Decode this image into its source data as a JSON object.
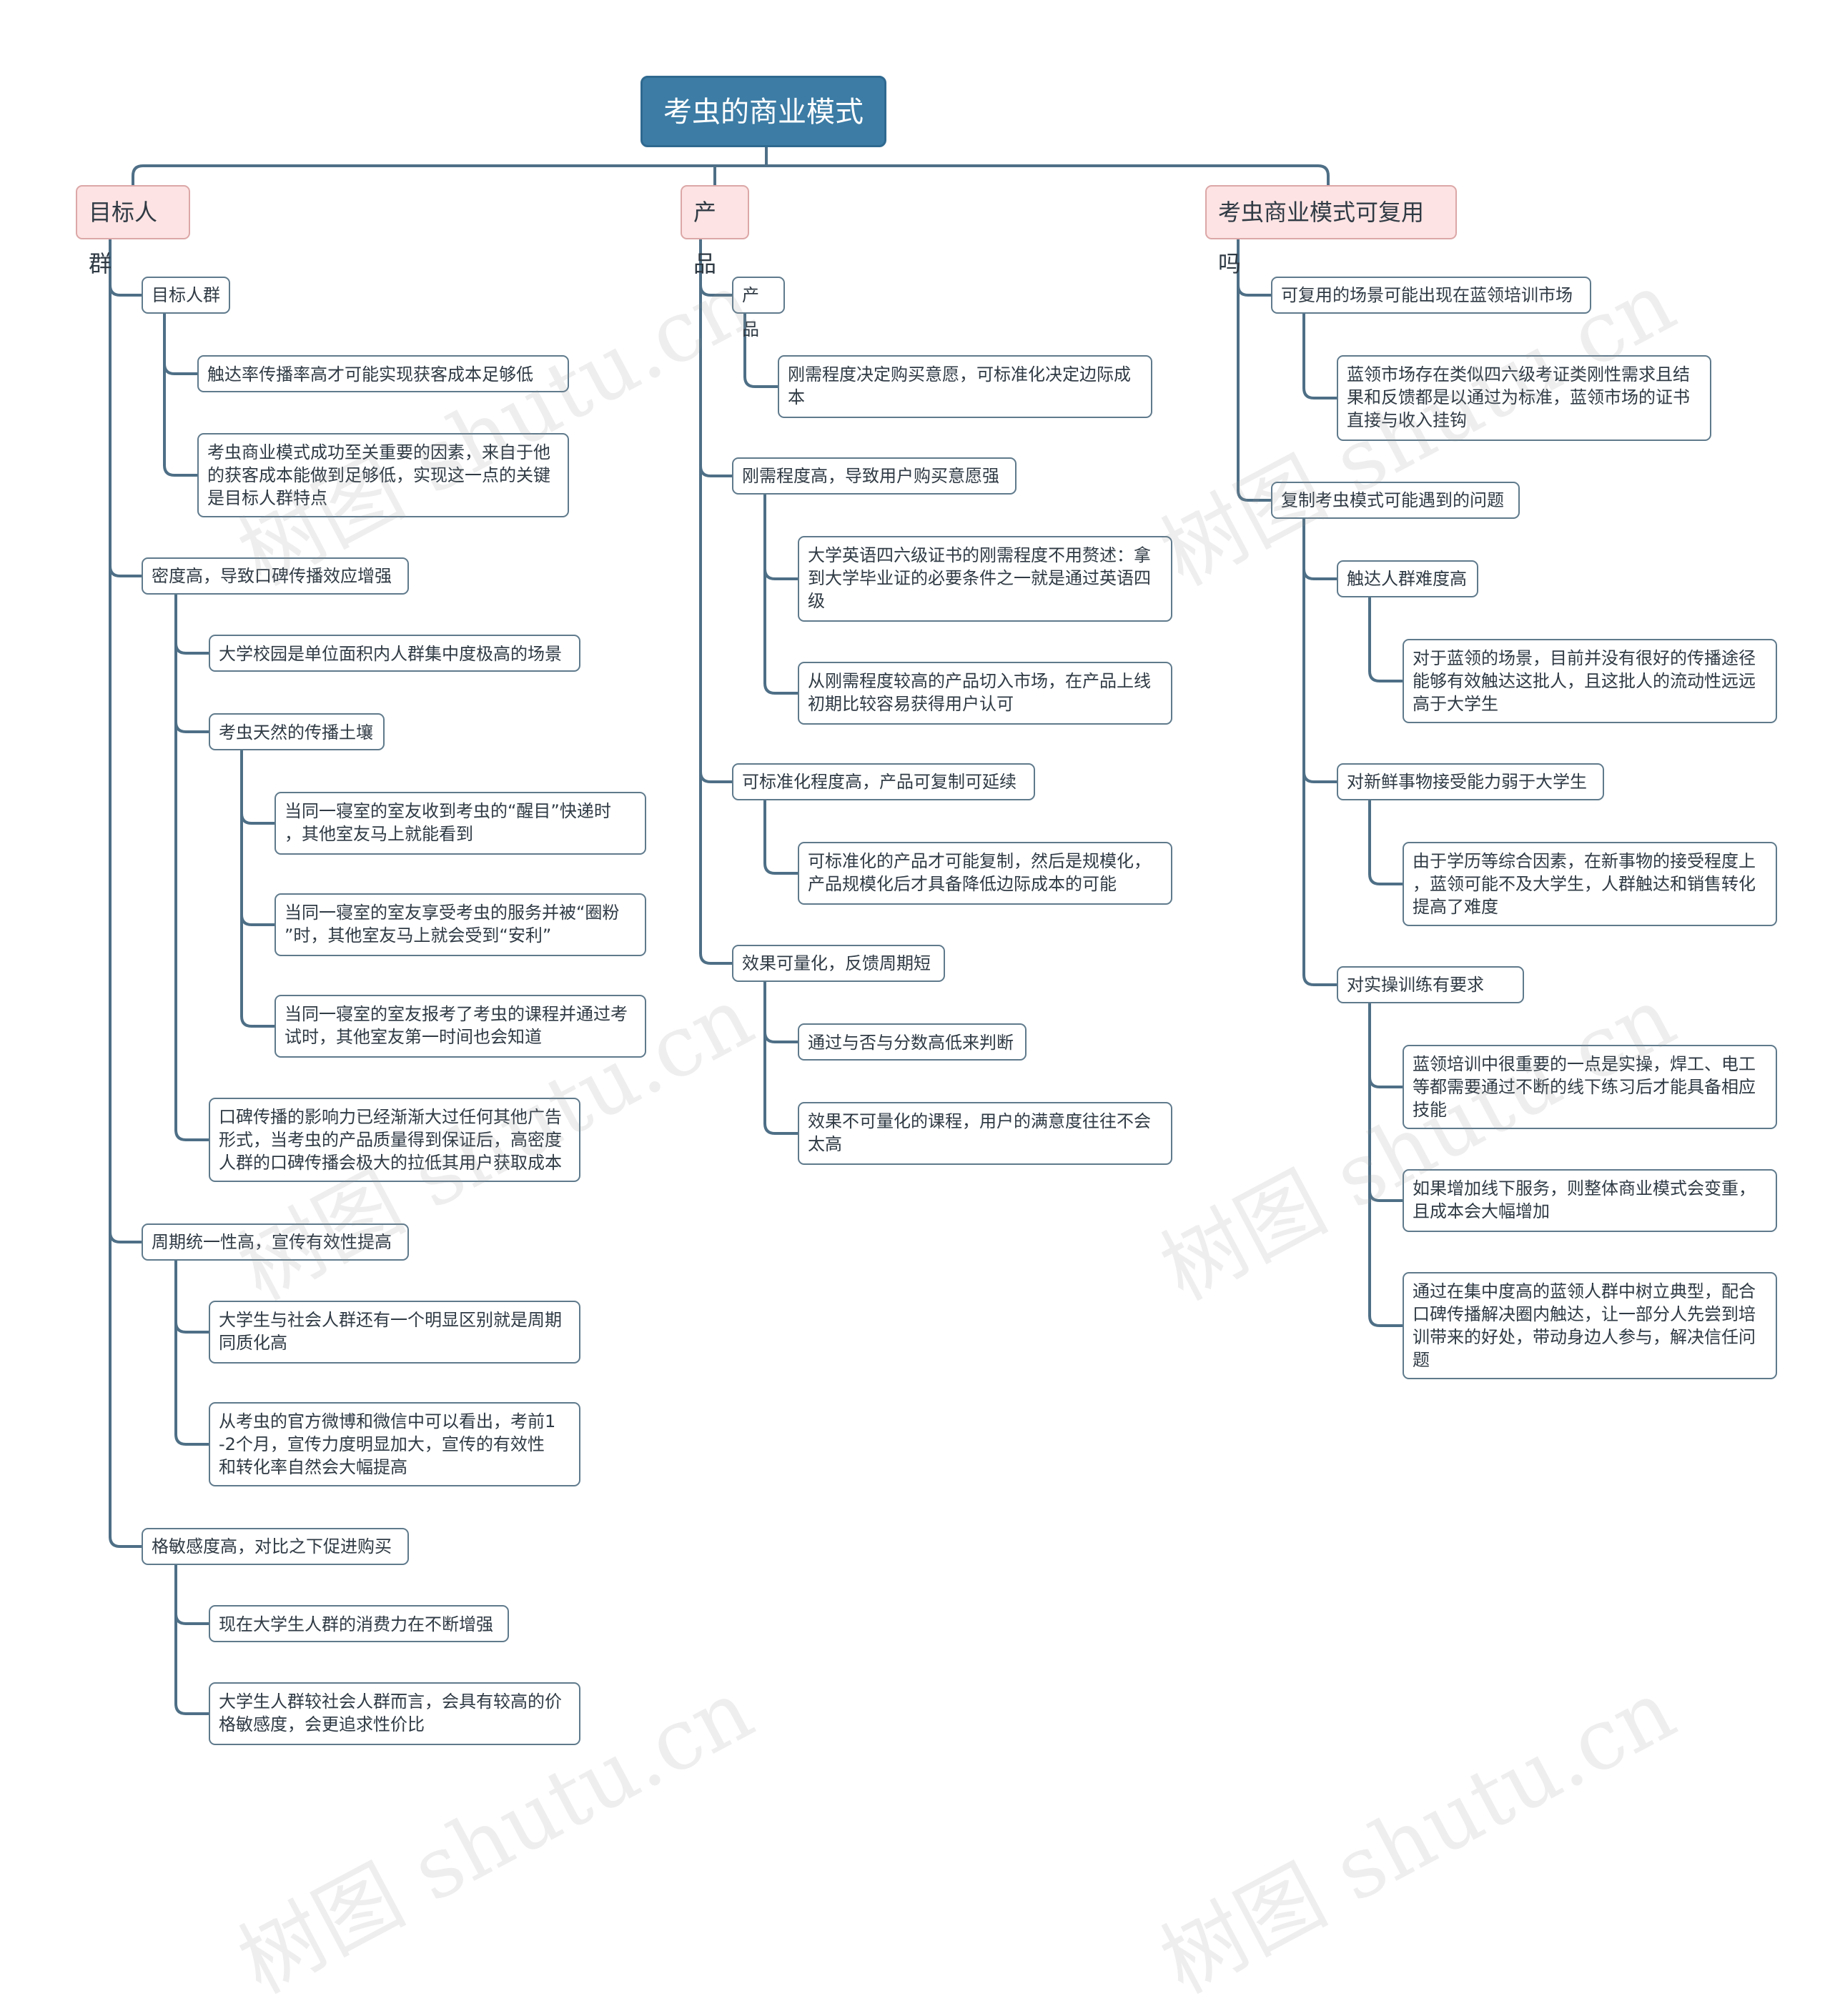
{
  "root": "考虫的商业模式",
  "branches": {
    "target": {
      "label": "目标人群",
      "groups": [
        {
          "label": "目标人群",
          "items": [
            "触达率传播率高才可能实现获客成本足够低",
            "考虫商业模式成功至关重要的因素，来自于他\n的获客成本能做到足够低，实现这一点的关键\n是目标人群特点"
          ]
        },
        {
          "label": "密度高，导致口碑传播效应增强",
          "items": [
            "大学校园是单位面积内人群集中度极高的场景",
            "考虫天然的传播土壤",
            "口碑传播的影响力已经渐渐大过任何其他广告\n形式，当考虫的产品质量得到保证后，高密度\n人群的口碑传播会极大的拉低其用户获取成本"
          ],
          "soil_items": [
            "当同一寝室的室友收到考虫的“醒目”快递时\n，其他室友马上就能看到",
            "当同一寝室的室友享受考虫的服务并被“圈粉\n”时，其他室友马上就会受到“安利”",
            "当同一寝室的室友报考了考虫的课程并通过考\n试时，其他室友第一时间也会知道"
          ]
        },
        {
          "label": "周期统一性高，宣传有效性提高",
          "items": [
            "大学生与社会人群还有一个明显区别就是周期\n同质化高",
            "从考虫的官方微博和微信中可以看出，考前1\n-2个月，宣传力度明显加大，宣传的有效性\n和转化率自然会大幅提高"
          ]
        },
        {
          "label": "格敏感度高，对比之下促进购买",
          "items": [
            "现在大学生人群的消费力在不断增强",
            "大学生人群较社会人群而言，会具有较高的价\n格敏感度，会更追求性价比"
          ]
        }
      ]
    },
    "product": {
      "label": "产品",
      "groups": [
        {
          "label": "产品",
          "items": [
            "刚需程度决定购买意愿，可标准化决定边际成\n本"
          ]
        },
        {
          "label": "刚需程度高，导致用户购买意愿强",
          "items": [
            "大学英语四六级证书的刚需程度不用赘述：拿\n到大学毕业证的必要条件之一就是通过英语四\n级",
            "从刚需程度较高的产品切入市场，在产品上线\n初期比较容易获得用户认可"
          ]
        },
        {
          "label": "可标准化程度高，产品可复制可延续",
          "items": [
            "可标准化的产品才可能复制，然后是规模化，\n产品规模化后才具备降低边际成本的可能"
          ]
        },
        {
          "label": "效果可量化，反馈周期短",
          "items": [
            "通过与否与分数高低来判断",
            "效果不可量化的课程，用户的满意度往往不会\n太高"
          ]
        }
      ]
    },
    "reuse": {
      "label": "考虫商业模式可复用吗",
      "groups": [
        {
          "label": "可复用的场景可能出现在蓝领培训市场",
          "items": [
            "蓝领市场存在类似四六级考证类刚性需求且结\n果和反馈都是以通过为标准，蓝领市场的证书\n直接与收入挂钩"
          ]
        },
        {
          "label": "复制考虫模式可能遇到的问题",
          "subs": [
            {
              "label": "触达人群难度高",
              "items": [
                "对于蓝领的场景，目前并没有很好的传播途径\n能够有效触达这批人，且这批人的流动性远远\n高于大学生"
              ]
            },
            {
              "label": "对新鲜事物接受能力弱于大学生",
              "items": [
                "由于学历等综合因素，在新事物的接受程度上\n，蓝领可能不及大学生，人群触达和销售转化\n提高了难度"
              ]
            },
            {
              "label": "对实操训练有要求",
              "items": [
                "蓝领培训中很重要的一点是实操，焊工、电工\n等都需要通过不断的线下练习后才能具备相应\n技能",
                "如果增加线下服务，则整体商业模式会变重，\n且成本会大幅增加",
                "通过在集中度高的蓝领人群中树立典型，配合\n口碑传播解决圈内触达，让一部分人先尝到培\n训带来的好处，带动身边人参与，解决信任问\n题"
              ]
            }
          ]
        }
      ]
    }
  },
  "watermark_text": "树图 shutu.cn",
  "colors": {
    "root_bg": "#3c7ca5",
    "branch_bg": "#fde3e3",
    "line": "#4e6f86"
  }
}
